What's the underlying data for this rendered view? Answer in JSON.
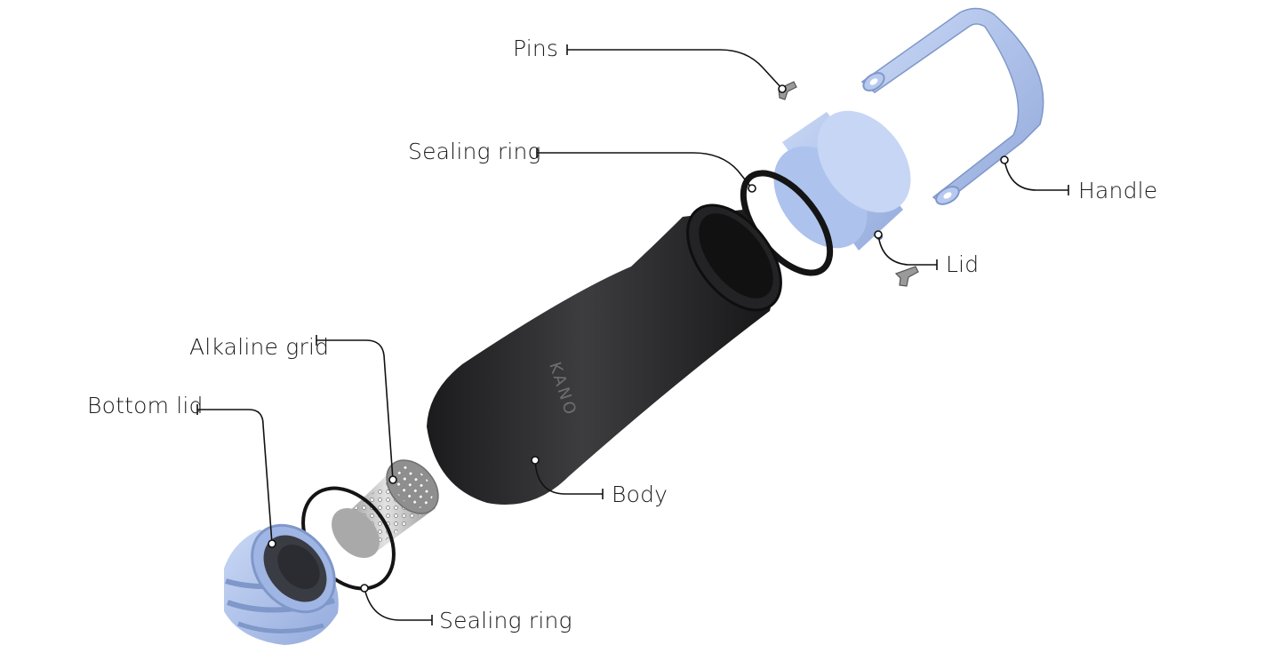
{
  "labels": {
    "pins": "Pins",
    "sealing_ring_top": "Sealing ring",
    "handle": "Handle",
    "lid": "Lid",
    "alkaline_grid": "Alkaline grid",
    "bottom_lid": "Bottom lid",
    "body": "Body",
    "sealing_ring_bottom": "Sealing ring"
  },
  "brand_mark": "KANO",
  "colors": {
    "body": "#2a2a2c",
    "lid_blue": "#b3c7ef",
    "lid_blue_dark": "#8ea6d8",
    "metal": "#bcbcbc",
    "ring": "#111111",
    "leader": "#111111"
  }
}
